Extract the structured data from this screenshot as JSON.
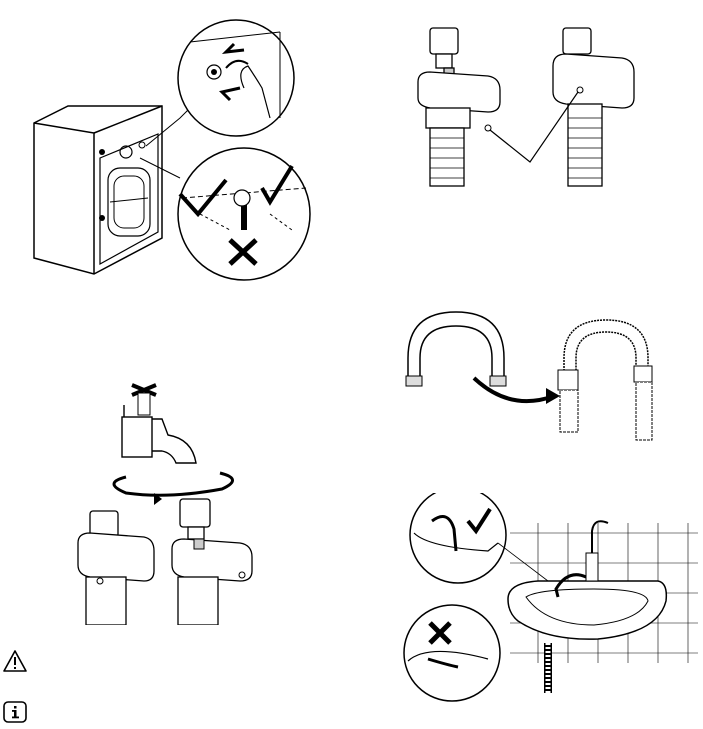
{
  "page": {
    "figures": [
      {
        "id": "machine-inlet-valve",
        "icon": "washing-machine-illustration"
      },
      {
        "id": "valve-fitting-top",
        "icon": "inlet-valve-illustration"
      },
      {
        "id": "drain-hose-hook",
        "icon": "hose-guide-illustration"
      },
      {
        "id": "tap-connection",
        "icon": "water-tap-illustration"
      },
      {
        "id": "sink-drain",
        "icon": "sink-illustration"
      }
    ],
    "notes": [
      {
        "icon": "warning-triangle-icon",
        "text": ""
      },
      {
        "icon": "information-icon",
        "text": ""
      }
    ],
    "colors": {
      "ink": "#000000",
      "paper": "#ffffff",
      "shade": "#d9d9d9"
    }
  }
}
